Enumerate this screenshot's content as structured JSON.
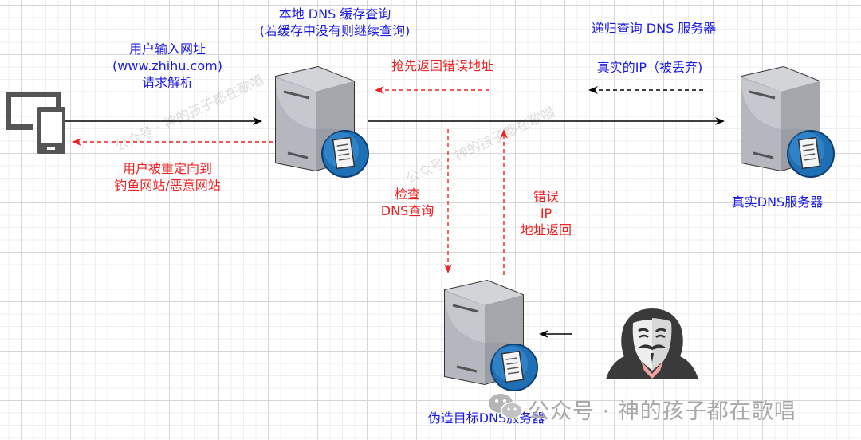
{
  "diagram": {
    "title": "DNS 欺骗 / DNS 劫持流程",
    "nodes": {
      "user_device": {
        "label": "",
        "icon": "devices-icon"
      },
      "local_dns": {
        "label_line1": "本地 DNS 缓存查询",
        "label_line2": "(若缓存中没有则继续查询)",
        "icon": "server-icon"
      },
      "real_dns": {
        "label": "真实DNS服务器",
        "icon": "server-icon"
      },
      "fake_dns": {
        "label": "伪造目标DNS服务器",
        "icon": "server-icon"
      },
      "attacker": {
        "label": "",
        "icon": "hacker-icon"
      }
    },
    "edges": {
      "user_request": {
        "line1": "用户输入网址",
        "line2": "(www.zhihu.com)",
        "line3": "请求解析",
        "style": "solid",
        "color": "#000000"
      },
      "redirect": {
        "line1": "用户被重定向到",
        "line2": "钓鱼网站/恶意网站",
        "style": "dashed",
        "color": "#ee2222"
      },
      "recursive_query": {
        "label": "递归查询 DNS 服务器",
        "style": "solid",
        "color": "#000000"
      },
      "real_ip": {
        "label": "真实的IP（被丢弃)",
        "style": "dashed",
        "color": "#000000"
      },
      "forged_first": {
        "label": "抢先返回错误地址",
        "style": "dashed",
        "color": "#ee2222"
      },
      "check_query": {
        "line1": "检查",
        "line2": "DNS查询",
        "style": "dashed",
        "color": "#ee2222"
      },
      "wrong_ip": {
        "line1": "错误",
        "line2": "IP",
        "line3": "地址返回",
        "style": "dashed",
        "color": "#ee2222"
      },
      "attacker_control": {
        "label": "",
        "style": "solid",
        "color": "#000000"
      }
    },
    "colors": {
      "label_blue": "#1a1ae6",
      "label_red": "#ee2222",
      "server_gray": "#a9adb4",
      "globe_blue": "#1f6fb5"
    }
  },
  "watermark": {
    "diagonal_text": "公众号 · 神的孩子都在歌唱",
    "footer_text": "公众号 · 神的孩子都在歌唱",
    "icon": "wechat-icon"
  }
}
